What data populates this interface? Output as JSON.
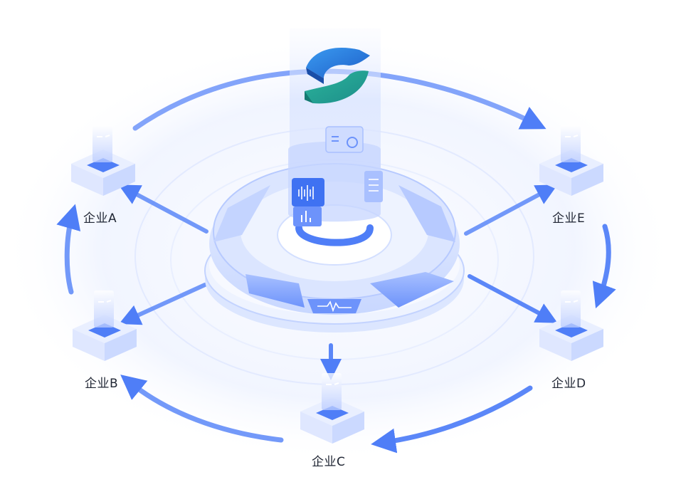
{
  "nodes": [
    {
      "id": "a",
      "label": "企业A"
    },
    {
      "id": "b",
      "label": "企业B"
    },
    {
      "id": "c",
      "label": "企业C"
    },
    {
      "id": "d",
      "label": "企业D"
    },
    {
      "id": "e",
      "label": "企业E"
    }
  ],
  "colors": {
    "accent": "#4f7ef7",
    "accent_light": "#c9d8ff",
    "ring_fill": "#e9efff",
    "logo_blue": "#2f7be0",
    "logo_teal": "#2aa79b",
    "label": "#1f2533"
  },
  "center_icons": [
    "logo-icon",
    "waveform-icon",
    "bar-chart-icon",
    "list-icon",
    "toggle-icon",
    "pulse-icon"
  ]
}
